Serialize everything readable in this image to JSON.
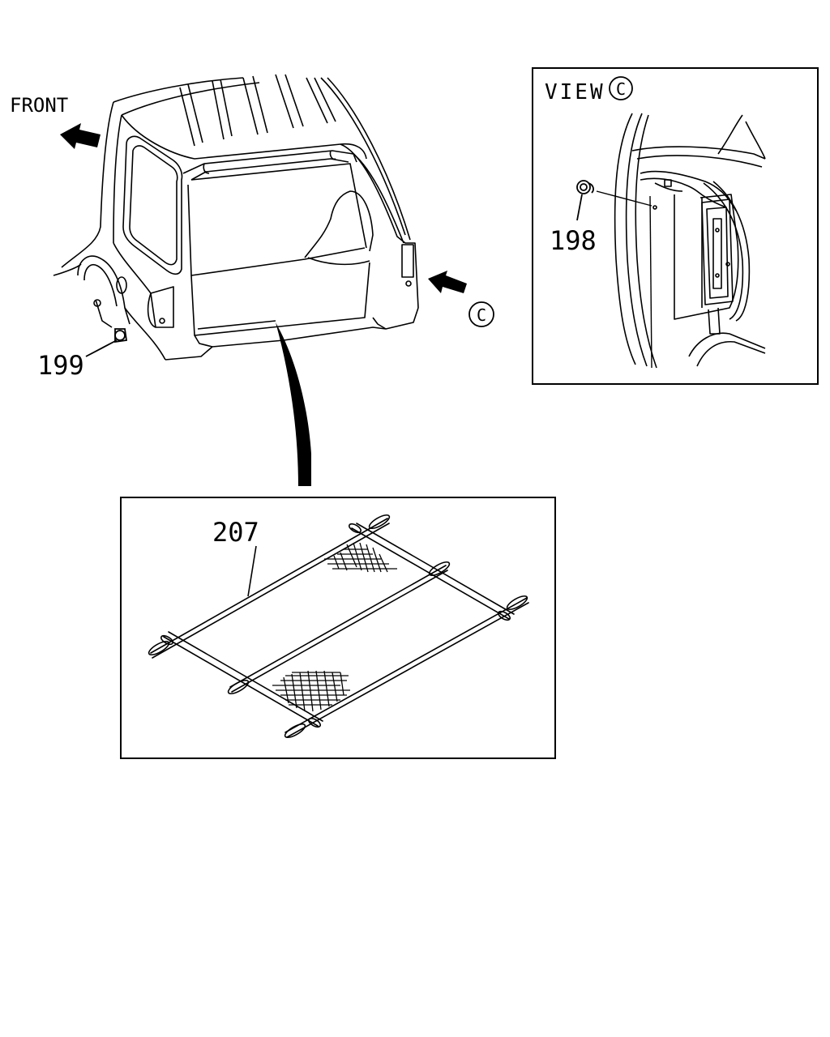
{
  "labels": {
    "front": "FRONT",
    "view_word": "VIEW",
    "view_letter": "C",
    "arrow_c_letter": "C",
    "part_199": "199",
    "part_198": "198",
    "part_207": "207"
  },
  "icons": {
    "front_arrow": "arrow-left-icon",
    "view_arrow": "arrow-left-icon",
    "leader_arrow": "curved-pointer-icon"
  }
}
